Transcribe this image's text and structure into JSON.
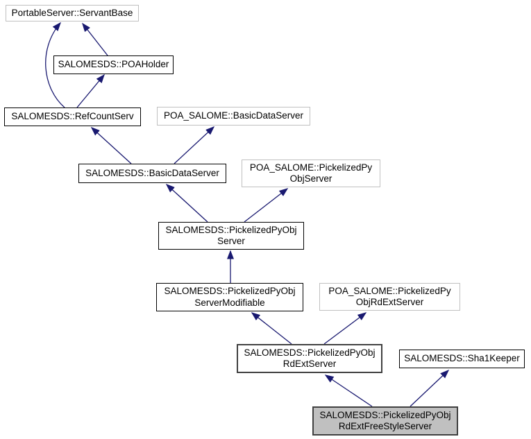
{
  "diagram": {
    "kind": "class-inheritance-graph",
    "colors": {
      "background": "#ffffff",
      "text": "#000000",
      "edge": "#191970",
      "node_border": "#000000",
      "external_border": "#c0c0c0",
      "emphasis_border": "#404040",
      "current_fill": "#c0c0c0"
    },
    "nodes": [
      {
        "id": "portableserver-servantbase",
        "label": "PortableServer::ServantBase",
        "lines": [
          "PortableServer::ServantBase"
        ],
        "style": "external"
      },
      {
        "id": "salomesds-poaholder",
        "label": "SALOMESDS::POAHolder",
        "lines": [
          "SALOMESDS::POAHolder"
        ],
        "style": "linked"
      },
      {
        "id": "salomesds-refcountserv",
        "label": "SALOMESDS::RefCountServ",
        "lines": [
          "SALOMESDS::RefCountServ"
        ],
        "style": "linked"
      },
      {
        "id": "poa-salome-basicdataserver",
        "label": "POA_SALOME::BasicDataServer",
        "lines": [
          "POA_SALOME::BasicDataServer"
        ],
        "style": "external"
      },
      {
        "id": "salomesds-basicdataserver",
        "label": "SALOMESDS::BasicDataServer",
        "lines": [
          "SALOMESDS::BasicDataServer"
        ],
        "style": "linked"
      },
      {
        "id": "poa-salome-pickelizedpyobjserver",
        "label": "POA_SALOME::PickelizedPyObjServer",
        "lines": [
          "POA_SALOME::PickelizedPy",
          "ObjServer"
        ],
        "style": "external"
      },
      {
        "id": "salomesds-pickelizedpyobjserver",
        "label": "SALOMESDS::PickelizedPyObjServer",
        "lines": [
          "SALOMESDS::PickelizedPyObj",
          "Server"
        ],
        "style": "linked"
      },
      {
        "id": "salomesds-pickelizedpyobjservermodifiable",
        "label": "SALOMESDS::PickelizedPyObjServerModifiable",
        "lines": [
          "SALOMESDS::PickelizedPyObj",
          "ServerModifiable"
        ],
        "style": "linked"
      },
      {
        "id": "poa-salome-pickelizedpyobjrdextserver",
        "label": "POA_SALOME::PickelizedPyObjRdExtServer",
        "lines": [
          "POA_SALOME::PickelizedPy",
          "ObjRdExtServer"
        ],
        "style": "external"
      },
      {
        "id": "salomesds-pickelizedpyobjrdextserver",
        "label": "SALOMESDS::PickelizedPyObjRdExtServer",
        "lines": [
          "SALOMESDS::PickelizedPyObj",
          "RdExtServer"
        ],
        "style": "emphasis"
      },
      {
        "id": "salomesds-sha1keeper",
        "label": "SALOMESDS::Sha1Keeper",
        "lines": [
          "SALOMESDS::Sha1Keeper"
        ],
        "style": "linked"
      },
      {
        "id": "salomesds-pickelizedpyobjrdextfreestyleserver",
        "label": "SALOMESDS::PickelizedPyObjRdExtFreeStyleServer",
        "lines": [
          "SALOMESDS::PickelizedPyObj",
          "RdExtFreeStyleServer"
        ],
        "style": "current"
      }
    ],
    "edges": [
      {
        "from": "SALOMESDS::RefCountServ",
        "to": "PortableServer::ServantBase"
      },
      {
        "from": "SALOMESDS::POAHolder",
        "to": "PortableServer::ServantBase"
      },
      {
        "from": "SALOMESDS::RefCountServ",
        "to": "SALOMESDS::POAHolder"
      },
      {
        "from": "SALOMESDS::BasicDataServer",
        "to": "SALOMESDS::RefCountServ"
      },
      {
        "from": "SALOMESDS::BasicDataServer",
        "to": "POA_SALOME::BasicDataServer"
      },
      {
        "from": "SALOMESDS::PickelizedPyObjServer",
        "to": "SALOMESDS::BasicDataServer"
      },
      {
        "from": "SALOMESDS::PickelizedPyObjServer",
        "to": "POA_SALOME::PickelizedPyObjServer"
      },
      {
        "from": "SALOMESDS::PickelizedPyObjServerModifiable",
        "to": "SALOMESDS::PickelizedPyObjServer"
      },
      {
        "from": "SALOMESDS::PickelizedPyObjRdExtServer",
        "to": "SALOMESDS::PickelizedPyObjServerModifiable"
      },
      {
        "from": "SALOMESDS::PickelizedPyObjRdExtServer",
        "to": "POA_SALOME::PickelizedPyObjRdExtServer"
      },
      {
        "from": "SALOMESDS::PickelizedPyObjRdExtFreeStyleServer",
        "to": "SALOMESDS::PickelizedPyObjRdExtServer"
      },
      {
        "from": "SALOMESDS::PickelizedPyObjRdExtFreeStyleServer",
        "to": "SALOMESDS::Sha1Keeper"
      }
    ]
  }
}
